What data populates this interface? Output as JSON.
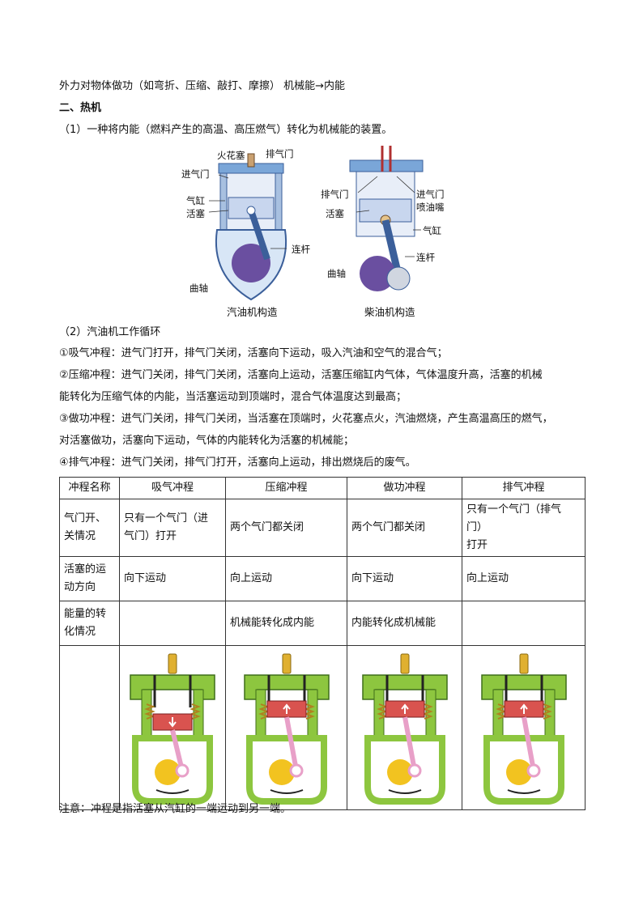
{
  "intro_line": "外力对物体做功（如弯折、压缩、敲打、摩擦） 机械能→内能",
  "section_title": "二、热机",
  "point1": "（1）一种将内能（燃料产生的高温、高压燃气）转化为机械能的装置。",
  "gasoline_figure": {
    "labels": {
      "spark_plug": "火花塞",
      "exhaust_valve": "排气门",
      "intake_valve": "进气门",
      "cylinder": "气缸",
      "piston": "活塞",
      "connecting_rod": "连杆",
      "crankshaft": "曲轴"
    },
    "caption": "汽油机构造"
  },
  "diesel_figure": {
    "labels": {
      "exhaust_valve": "排气门",
      "intake_valve": "进气门",
      "injector": "喷油嘴",
      "piston": "活塞",
      "cylinder": "气缸",
      "connecting_rod": "连杆",
      "crankshaft": "曲轴"
    },
    "caption": "柴油机构造"
  },
  "point2": "（2）汽油机工作循环",
  "strokes": {
    "s1": "①吸气冲程：进气门打开，排气门关闭，活塞向下运动，吸入汽油和空气的混合气；",
    "s2a": "②压缩冲程：进气门关闭，排气门关闭，活塞向上运动，活塞压缩缸内气体，气体温度升高，活塞的机械",
    "s2b": "能转化为压缩气体的内能，当活塞运动到顶端时，混合气体温度达到最高；",
    "s3a": "③做功冲程：进气门关闭，排气门关闭，当活塞在顶端时，火花塞点火，汽油燃烧，产生高温高压的燃气，",
    "s3b": "对活塞做功，活塞向下运动，气体的内能转化为活塞的机械能；",
    "s4": "④排气冲程：进气门关闭，排气门打开，活塞向上运动，排出燃烧后的废气。"
  },
  "table": {
    "headers": [
      "冲程名称",
      "吸气冲程",
      "压缩冲程",
      "做功冲程",
      "排气冲程"
    ],
    "rows": [
      {
        "label_a": "气门开、",
        "label_b": "关情况",
        "cells": [
          [
            "只有一个气门（进",
            "气门）打开"
          ],
          [
            "两个气门都关闭"
          ],
          [
            "两个气门都关闭"
          ],
          [
            "只有一个气门（排气门）",
            "打开"
          ]
        ]
      },
      {
        "label_a": "活塞的运",
        "label_b": "动方向",
        "cells": [
          [
            "向下运动"
          ],
          [
            "向上运动"
          ],
          [
            "向下运动"
          ],
          [
            "向上运动"
          ]
        ]
      },
      {
        "label_a": "能量的转",
        "label_b": "化情况",
        "cells": [
          [
            ""
          ],
          [
            "机械能转化成内能"
          ],
          [
            "内能转化成机械能"
          ],
          [
            ""
          ]
        ]
      }
    ]
  },
  "note": "注意：冲程是指活塞从汽缸的一端运动到另一端。",
  "colors": {
    "engine_body": "#8dc63f",
    "piston": "#d9534f",
    "spark_plug": "#e0b030",
    "connecting_rod": "#e8a0c8",
    "crank": "#f2c320",
    "figure_blue": "#4a6fb5",
    "figure_purple": "#6a4fa0"
  }
}
